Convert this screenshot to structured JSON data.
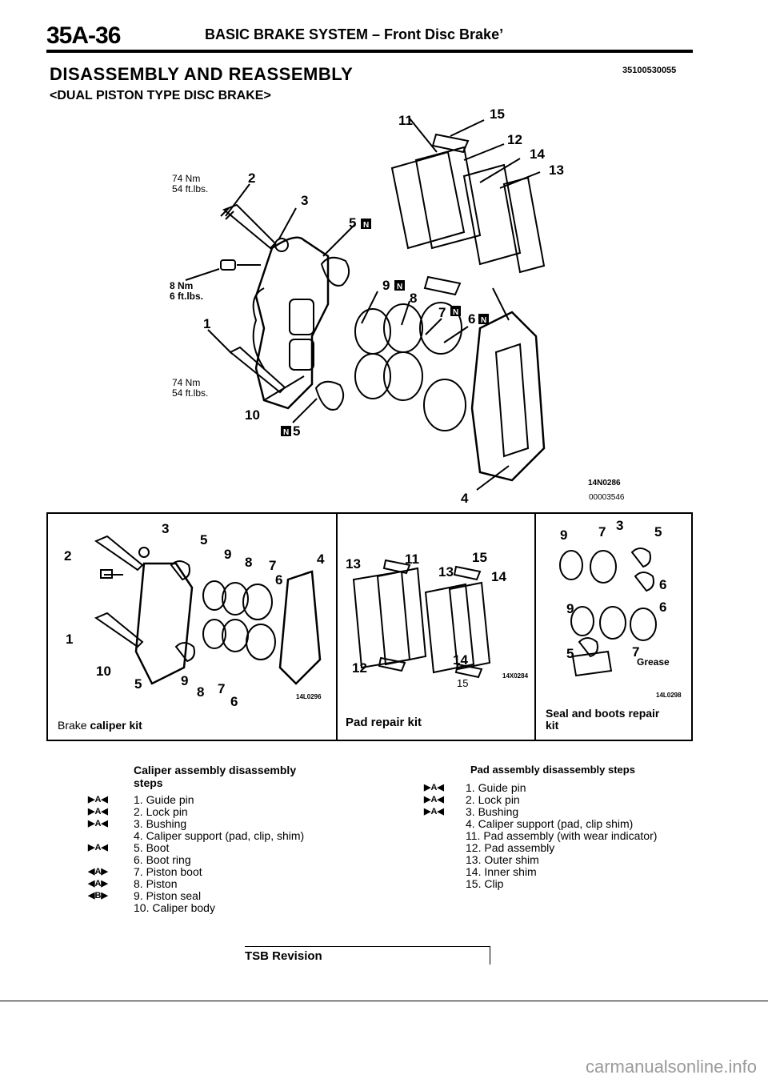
{
  "header": {
    "page_number": "35A-36",
    "title": "BASIC BRAKE SYSTEM – Front Disc Brake’"
  },
  "section": {
    "title": "DISASSEMBLY AND REASSEMBLY",
    "code": "35100530055",
    "subtitle": "<DUAL PISTON TYPE DISC BRAKE>"
  },
  "main_figure": {
    "torque_top_nm": "74 Nm",
    "torque_top_ftlbs": "54 ft.lbs.",
    "torque_mid_nm": "8 Nm",
    "torque_mid_ftlbs": "6 ft.lbs.",
    "torque_bot_nm": "74 Nm",
    "torque_bot_ftlbs": "54 ft.lbs.",
    "callouts": [
      "11",
      "15",
      "12",
      "14",
      "13",
      "2",
      "3",
      "5",
      "9",
      "8",
      "7",
      "6",
      "1",
      "10",
      "5",
      "4"
    ],
    "badge": "N",
    "fig_code_1": "14N0286",
    "fig_code_2": "00003546"
  },
  "kits": {
    "caliper_kit_prefix": "Brake",
    "caliper_kit_label": "caliper kit",
    "pad_kit_label": "Pad repair kit",
    "seal_kit_label": "Seal and boots repair kit",
    "caliper_fig_code": "14L0296",
    "pad_fig_code": "14X0284",
    "seal_fig_code": "14L0298",
    "grease_label": "Grease"
  },
  "caliper_steps": {
    "title": "Caliper assembly disassembly steps",
    "items": [
      {
        "text": "1. Guide pin",
        "mark": "▶A◀"
      },
      {
        "text": "2. Lock pin",
        "mark": "▶A◀"
      },
      {
        "text": "3. Bushing",
        "mark": "▶A◀"
      },
      {
        "text": "4. Caliper support (pad, clip, shim)",
        "mark": ""
      },
      {
        "text": "5. Boot",
        "mark": "▶A◀"
      },
      {
        "text": "6. Boot ring",
        "mark": ""
      },
      {
        "text": "7. Piston boot",
        "mark": "◀A▶"
      },
      {
        "text": "8. Piston",
        "mark": "◀A▶"
      },
      {
        "text": "9. Piston seal",
        "mark": "◀B▶"
      },
      {
        "text": "10. Caliper body",
        "mark": ""
      }
    ]
  },
  "pad_steps": {
    "title": "Pad assembly disassembly steps",
    "items": [
      {
        "text": "1. Guide pin",
        "mark": "▶A◀"
      },
      {
        "text": "2. Lock pin",
        "mark": "▶A◀"
      },
      {
        "text": "3. Bushing",
        "mark": "▶A◀"
      },
      {
        "text": "4. Caliper support (pad, clip shim)",
        "mark": ""
      },
      {
        "text": "11. Pad assembly (with wear indicator)",
        "mark": ""
      },
      {
        "text": "12. Pad assembly",
        "mark": ""
      },
      {
        "text": "13. Outer shim",
        "mark": ""
      },
      {
        "text": "14. Inner shim",
        "mark": ""
      },
      {
        "text": "15. Clip",
        "mark": ""
      }
    ]
  },
  "footer": {
    "tsb_label": "TSB Revision",
    "watermark": "carmanualsonline.info"
  }
}
